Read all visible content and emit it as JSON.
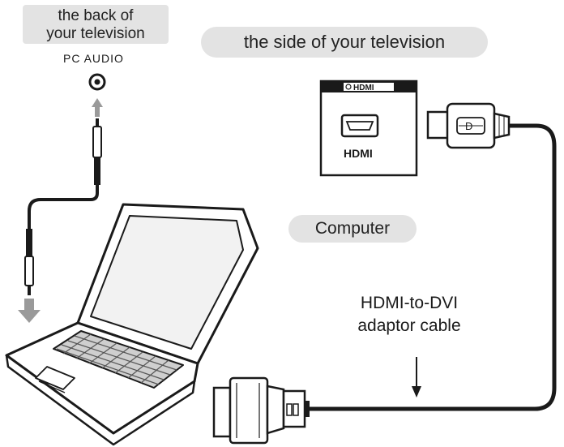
{
  "labels": {
    "back_line1": "the back of",
    "back_line2": "your television",
    "pc_audio": "PC AUDIO",
    "side": "the side of your television",
    "computer": "Computer",
    "cable_line1": "HDMI-to-DVI",
    "cable_line2": "adaptor cable",
    "hdmi_port_top": "HDMI",
    "hdmi_logo": "HDMI"
  },
  "colors": {
    "ink": "#1a1a1a",
    "pill": "#e3e3e3",
    "arrow": "#9a9a9a",
    "screen": "#f2f2f2"
  }
}
